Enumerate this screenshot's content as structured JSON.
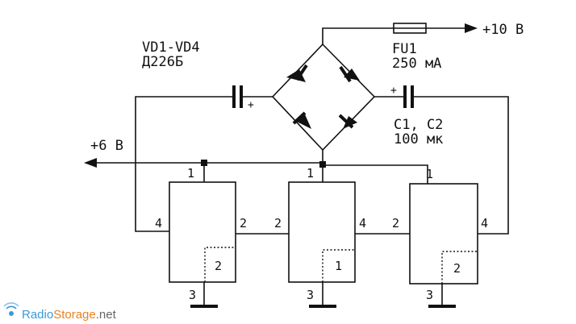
{
  "labels": {
    "diodes_name": "VD1-VD4",
    "diodes_type": "Д226Б",
    "fuse_name": "FU1",
    "fuse_rating": "250 мА",
    "caps_name": "C1, C2",
    "caps_value": "100 мк",
    "out_positive": "+10 В",
    "out_negative": "+6 В",
    "plus": "+"
  },
  "pins": {
    "p1": "1",
    "p2": "2",
    "p3": "3",
    "p4": "4"
  },
  "watermark": {
    "radio": "Radio",
    "storage": "Storage",
    "net": ".net",
    "colors": {
      "radio": "#3a9ad6",
      "storage": "#e8821e",
      "net": "#666666"
    }
  }
}
